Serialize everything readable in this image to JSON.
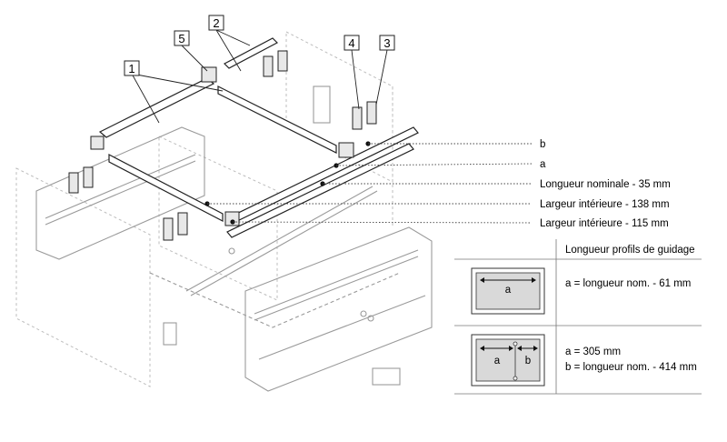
{
  "part_numbers": [
    "1",
    "2",
    "3",
    "4",
    "5"
  ],
  "callouts": {
    "b": "b",
    "a": "a",
    "length": "Longueur nominale - 35 mm",
    "width_138": "Largeur intérieure - 138 mm",
    "width_115": "Largeur intérieure - 115 mm"
  },
  "table": {
    "header": "Longueur profils de guidage",
    "row1": {
      "icon_label": "a",
      "text": "a = longueur nom. - 61 mm"
    },
    "row2": {
      "icon_label_a": "a",
      "icon_label_b": "b",
      "line1": "a = 305 mm",
      "line2": "b = longueur nom. - 414 mm"
    }
  },
  "colors": {
    "line": "#2a2a2a",
    "ghost": "#b8b8b8",
    "panel_fill": "#d9d9d9"
  }
}
